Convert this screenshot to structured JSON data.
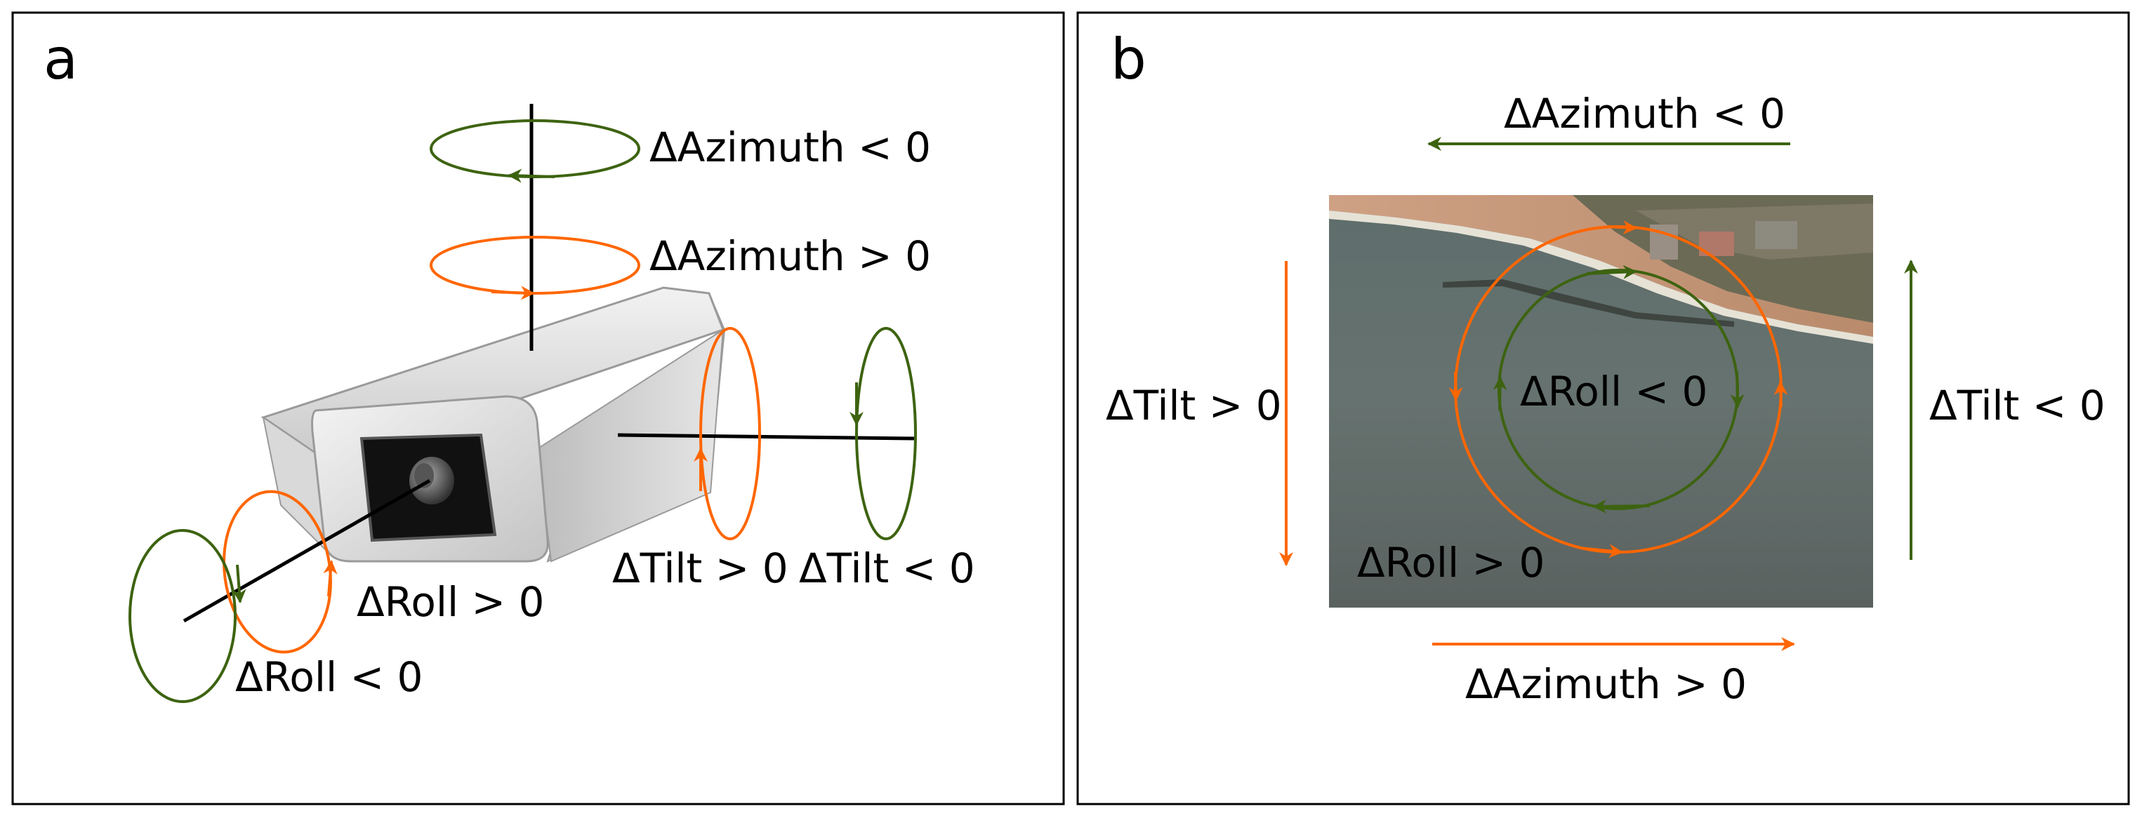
{
  "colors": {
    "orange": "#ff6600",
    "green": "#3d6310",
    "black": "#000000"
  },
  "panel_a": {
    "letter": "a",
    "labels": {
      "azimuth_neg": "ΔAzimuth < 0",
      "azimuth_pos": "ΔAzimuth > 0",
      "tilt_pos": "ΔTilt > 0",
      "tilt_neg": "ΔTilt < 0",
      "roll_pos": "ΔRoll > 0",
      "roll_neg": "ΔRoll < 0"
    }
  },
  "panel_b": {
    "letter": "b",
    "labels": {
      "azimuth_neg": "ΔAzimuth < 0",
      "azimuth_pos": "ΔAzimuth > 0",
      "tilt_pos": "ΔTilt > 0",
      "tilt_neg": "ΔTilt < 0",
      "roll_neg": "ΔRoll < 0",
      "roll_pos": "ΔRoll > 0"
    }
  }
}
